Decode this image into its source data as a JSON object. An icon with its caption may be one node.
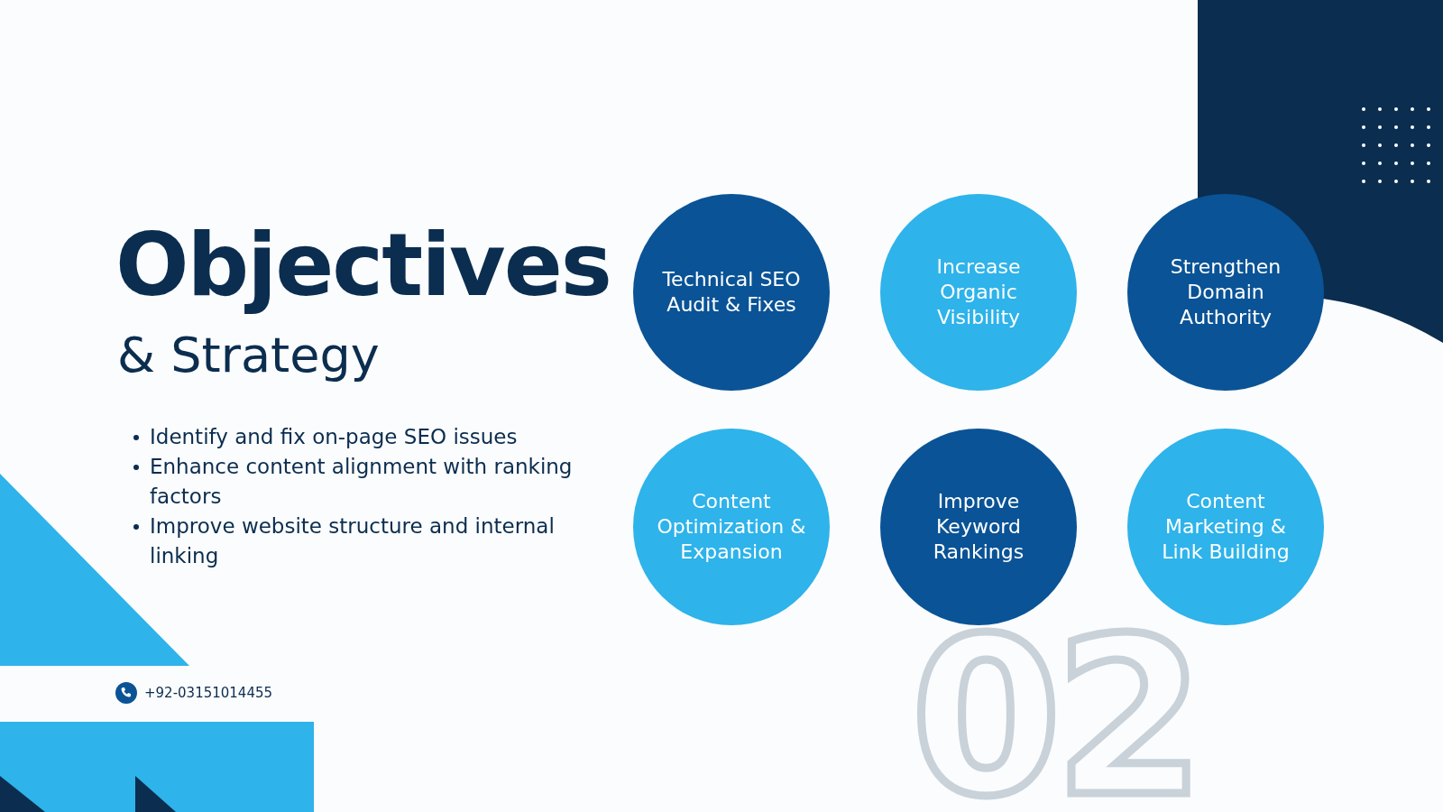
{
  "diagram": {
    "title": "Objectives",
    "nodes": [
      {
        "text": [
          "Technical SEO Audit & Fixes"
        ]
      },
      {
        "text": [
          "Increase Organic Visibility"
        ]
      },
      {
        "text": [
          "Strengthen Domain Authority"
        ]
      },
      {
        "text": [
          "Content Optimization & Expansion"
        ]
      },
      {
        "text": [
          "Improve Keyword Rankings"
        ]
      },
      {
        "text": [
          "Content Marketing & Link Building"
        ]
      }
    ],
    "labels": [
      "& Strategy",
      "Identify and fix on-page SEO issues",
      "Enhance content alignment with ranking factors",
      "Improve website structure and internal linking",
      "+92-03151014455",
      "02"
    ]
  }
}
